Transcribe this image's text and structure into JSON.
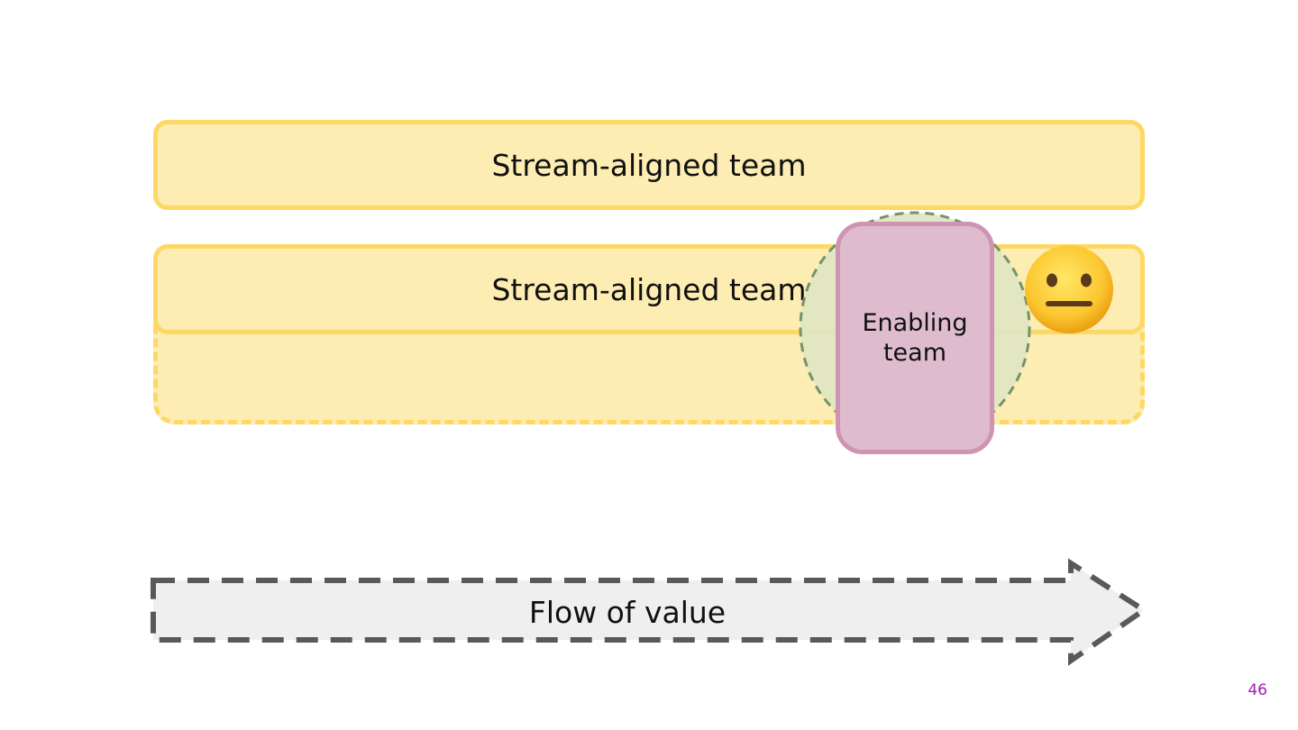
{
  "diagram": {
    "stream_team_1": {
      "label": "Stream-aligned team"
    },
    "stream_team_2": {
      "label": "Stream-aligned team"
    },
    "enabling_team": {
      "line1": "Enabling",
      "line2": "team"
    },
    "emoji": {
      "icon": "neutral-face-icon"
    },
    "flow": {
      "label": "Flow of value"
    }
  },
  "slide": {
    "page_number": "46"
  },
  "colors": {
    "stream_fill": "#fdedb3",
    "stream_border": "#fdd864",
    "enabling_fill": "#dfbccd",
    "enabling_border": "#cf93b4",
    "influence_fill": "#dfe6c2",
    "influence_border": "#74936a",
    "arrow_fill": "#efefef",
    "arrow_border": "#595959",
    "page_number": "#a21cb3"
  }
}
